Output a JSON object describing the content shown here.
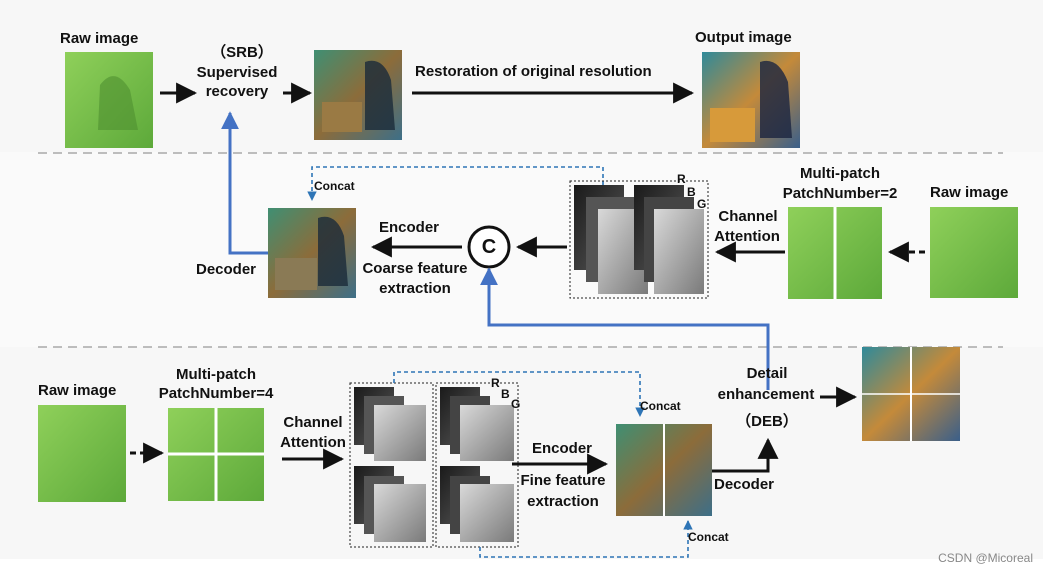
{
  "row1": {
    "raw_label": "Raw image",
    "srb_label": "（SRB）",
    "supervised_label": "Supervised",
    "recovery_label": "recovery",
    "restoration_label": "Restoration of original resolution",
    "output_label": "Output image"
  },
  "row2": {
    "concat_label": "Concat",
    "encoder_label": "Encoder",
    "coarse_label": "Coarse feature",
    "extraction_label": "extraction",
    "decoder_label": "Decoder",
    "concat_symbol": "C",
    "channel_label": "Channel",
    "attention_label": "Attention",
    "multipatch_label": "Multi-patch",
    "patchnumber_label": "PatchNumber=2",
    "raw_label": "Raw image",
    "r_label": "R",
    "b_label": "B",
    "g_label": "G"
  },
  "row3": {
    "raw_label": "Raw image",
    "multipatch_label": "Multi-patch",
    "patchnumber_label": "PatchNumber=4",
    "channel_label": "Channel",
    "attention_label": "Attention",
    "r_label": "R",
    "b_label": "B",
    "g_label": "G",
    "encoder_label": "Encoder",
    "fine_label": "Fine feature",
    "extraction_label": "extraction",
    "concat_top_label": "Concat",
    "concat_bottom_label": "Concat",
    "decoder_label": "Decoder",
    "detail_label": "Detail",
    "enhancement_label": "enhancement",
    "deb_label": "（DEB）"
  },
  "watermark": "CSDN @Micoreal",
  "colors": {
    "arrow": "#111111",
    "blue": "#4472c4",
    "dashed_blue": "#2e75b6",
    "divider": "#999999",
    "green_image": "#7cc04a",
    "band": "#f7f7f7"
  }
}
